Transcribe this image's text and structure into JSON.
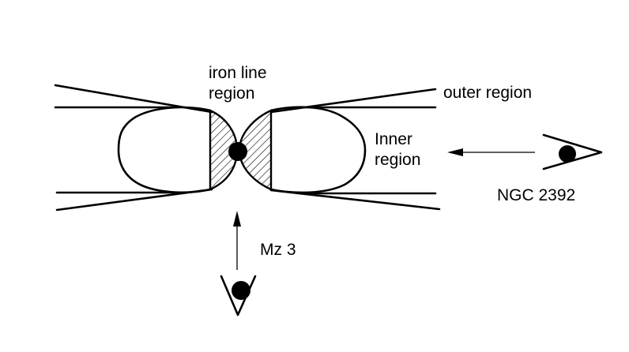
{
  "labels": {
    "iron_line_1": "iron line",
    "iron_line_2": "region",
    "outer_region": "outer region",
    "inner_1": "Inner",
    "inner_2": "region",
    "ngc": "NGC 2392",
    "mz3": "Mz 3"
  },
  "colors": {
    "ink": "#000000",
    "background": "#ffffff"
  }
}
